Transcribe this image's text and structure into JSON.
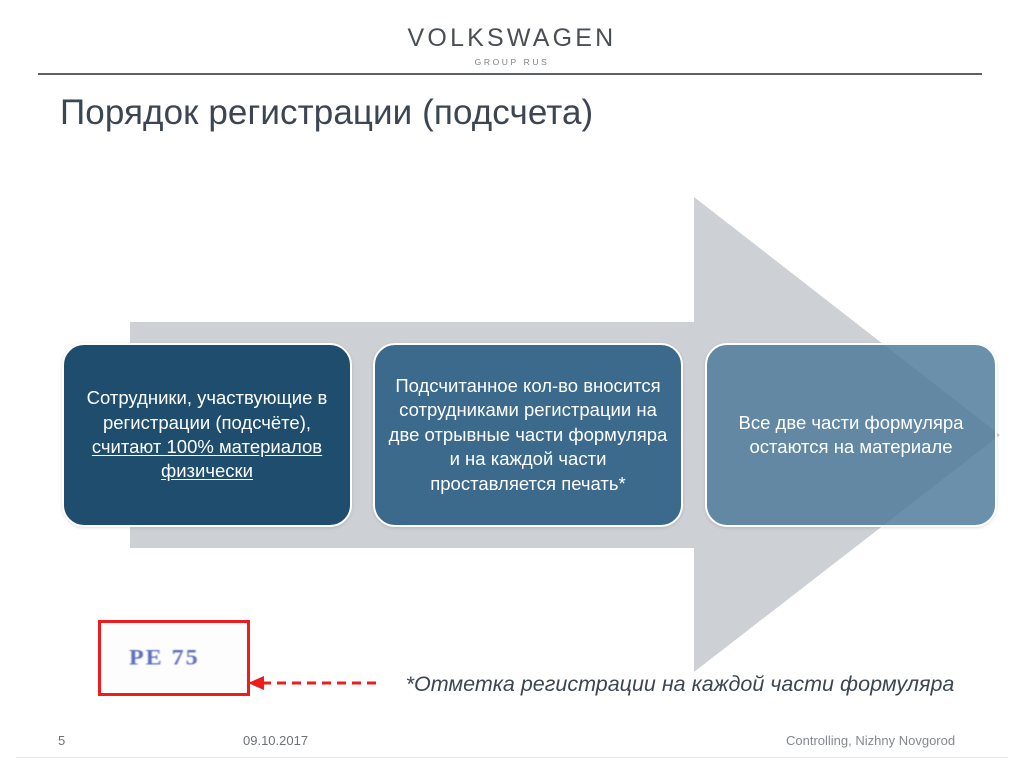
{
  "brand": {
    "name": "VOLKSWAGEN",
    "sub": "GROUP RUS"
  },
  "title": "Порядок регистрации (подсчета)",
  "process": {
    "steps": [
      {
        "id": "step-1",
        "text_plain": "Сотрудники, участвующие в регистрации (подсчёте), считают 100% материалов физически",
        "text_normal": "Сотрудники, участвующие в регистрации (подсчёте), ",
        "text_underlined": "считают 100% материалов физически",
        "color": "#1e4d6e"
      },
      {
        "id": "step-2",
        "text_plain": "Подсчитанное кол-во вносится сотрудниками регистрации на две отрывные части формуляра и на каждой части проставляется печать*",
        "color": "#3c6a8c"
      },
      {
        "id": "step-3",
        "text_plain": "Все две части формуляра остаются на материале",
        "color": "#6a8ba4"
      }
    ],
    "arrow_color": "#cdd0d4"
  },
  "stamp": {
    "ink_text": "PE 75",
    "frame_color": "#ee1c1c",
    "ink_color": "#4a5ab4"
  },
  "footnote": "*Отметка регистрации на каждой части формуляра",
  "footer": {
    "page": "5",
    "date": "09.10.2017",
    "department": "Controlling, Nizhny Novgorod"
  }
}
